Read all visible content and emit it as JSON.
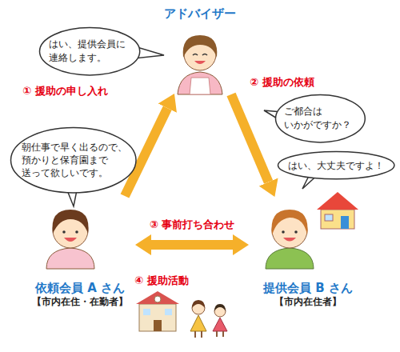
{
  "diagram": {
    "nodes": [
      {
        "text": [
          "はい、提供会員に 連絡します。"
        ]
      },
      {
        "text": [
          "アドバイザー"
        ]
      },
      {
        "text": [
          "朝仕事で早く出るので、 預かりと保育園まで 送って欲しいです。"
        ]
      },
      {
        "text": [
          "ご都合は いかがですか？"
        ]
      },
      {
        "text": [
          "はい、大丈夫ですよ！"
        ]
      },
      {
        "text": [
          "依頼会員 A さん",
          "【市内在住・在勤者】"
        ]
      },
      {
        "text": [
          "提供会員 B さん",
          "【市内在住者】"
        ]
      }
    ],
    "edges": [
      {
        "from": 5,
        "to": 1,
        "arrow": "to",
        "label": "① 援助の申し入れ"
      },
      {
        "from": 1,
        "to": 6,
        "arrow": "to",
        "label": "② 援助の依頼"
      },
      {
        "from": 5,
        "to": 6,
        "arrow": "both",
        "label": "③ 事前打ち合わせ"
      }
    ],
    "labels": [
      "④ 援助活動"
    ]
  }
}
